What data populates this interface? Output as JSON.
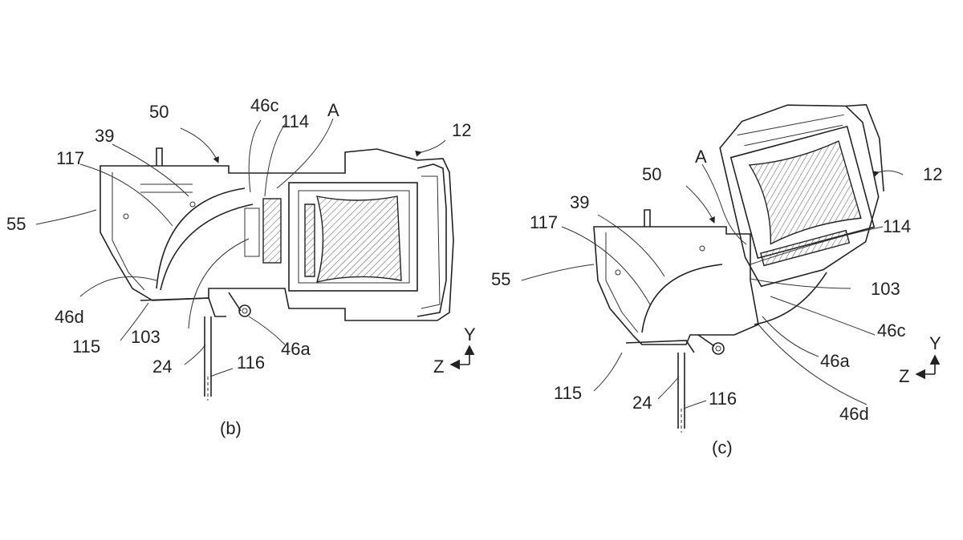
{
  "figure_b": {
    "caption": "(b)",
    "labels": {
      "l50": "50",
      "l46c": "46c",
      "l114": "114",
      "lA": "A",
      "l12": "12",
      "l39": "39",
      "l117": "117",
      "l55": "55",
      "l46d": "46d",
      "l115": "115",
      "l103": "103",
      "l46a": "46a",
      "l24": "24",
      "l116": "116"
    },
    "axes": {
      "y": "Y",
      "z": "Z"
    }
  },
  "figure_c": {
    "caption": "(c)",
    "labels": {
      "lA": "A",
      "l12": "12",
      "l50": "50",
      "l39": "39",
      "l117": "117",
      "l114": "114",
      "l55": "55",
      "l103": "103",
      "l46c": "46c",
      "l46a": "46a",
      "l46d": "46d",
      "l115": "115",
      "l24": "24",
      "l116": "116"
    },
    "axes": {
      "y": "Y",
      "z": "Z"
    }
  }
}
